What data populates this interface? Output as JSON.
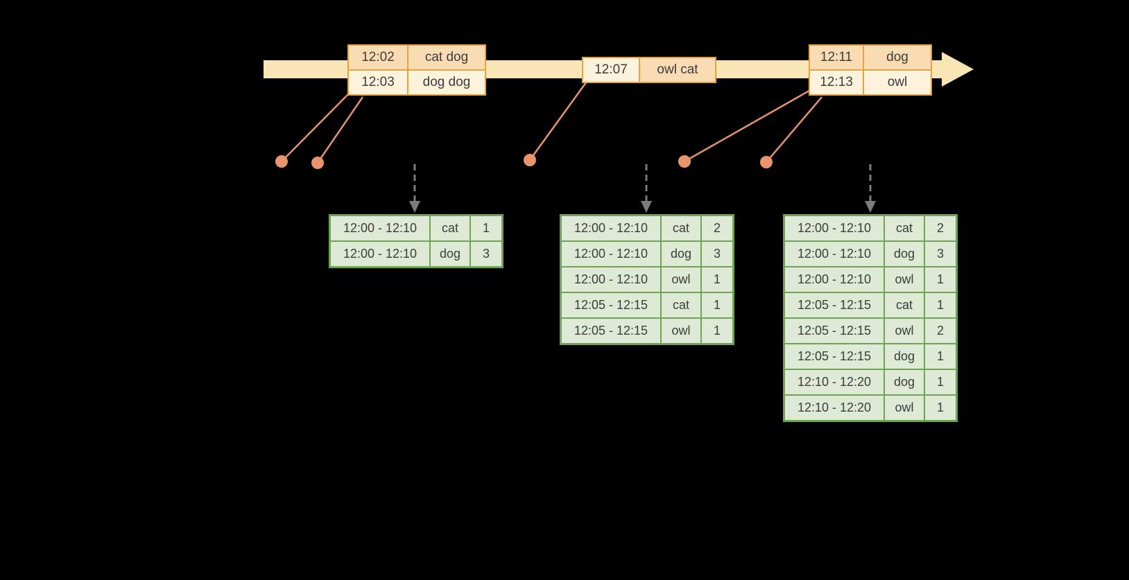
{
  "colors": {
    "background": "#000000",
    "timeline_fill": "#FAE6B4",
    "event_table_border": "#E8A33C",
    "event_cell_peach": "#FADCB4",
    "event_cell_cream": "#FDF3DD",
    "connector_line": "#E8956D",
    "event_dot": "#E8956D",
    "dashed_arrow": "#7C7C7C",
    "result_table_border": "#70A356",
    "result_cell_fill": "#DEEAD6",
    "text": "#3C3C3C"
  },
  "event_tables": [
    {
      "rows": [
        {
          "time": "12:02",
          "words": "cat dog"
        },
        {
          "time": "12:03",
          "words": "dog dog"
        }
      ]
    },
    {
      "rows": [
        {
          "time": "12:07",
          "words": "owl cat"
        }
      ]
    },
    {
      "rows": [
        {
          "time": "12:11",
          "words": "dog"
        },
        {
          "time": "12:13",
          "words": "owl"
        }
      ]
    }
  ],
  "result_tables": [
    {
      "rows": [
        {
          "window": "12:00 - 12:10",
          "word": "cat",
          "count": "1"
        },
        {
          "window": "12:00 - 12:10",
          "word": "dog",
          "count": "3"
        }
      ]
    },
    {
      "rows": [
        {
          "window": "12:00 - 12:10",
          "word": "cat",
          "count": "2"
        },
        {
          "window": "12:00 - 12:10",
          "word": "dog",
          "count": "3"
        },
        {
          "window": "12:00 - 12:10",
          "word": "owl",
          "count": "1"
        },
        {
          "window": "12:05 - 12:15",
          "word": "cat",
          "count": "1"
        },
        {
          "window": "12:05 - 12:15",
          "word": "owl",
          "count": "1"
        }
      ]
    },
    {
      "rows": [
        {
          "window": "12:00 - 12:10",
          "word": "cat",
          "count": "2"
        },
        {
          "window": "12:00 - 12:10",
          "word": "dog",
          "count": "3"
        },
        {
          "window": "12:00 - 12:10",
          "word": "owl",
          "count": "1"
        },
        {
          "window": "12:05 - 12:15",
          "word": "cat",
          "count": "1"
        },
        {
          "window": "12:05 - 12:15",
          "word": "owl",
          "count": "2"
        },
        {
          "window": "12:05 - 12:15",
          "word": "dog",
          "count": "1"
        },
        {
          "window": "12:10 - 12:20",
          "word": "dog",
          "count": "1"
        },
        {
          "window": "12:10 - 12:20",
          "word": "owl",
          "count": "1"
        }
      ]
    }
  ]
}
